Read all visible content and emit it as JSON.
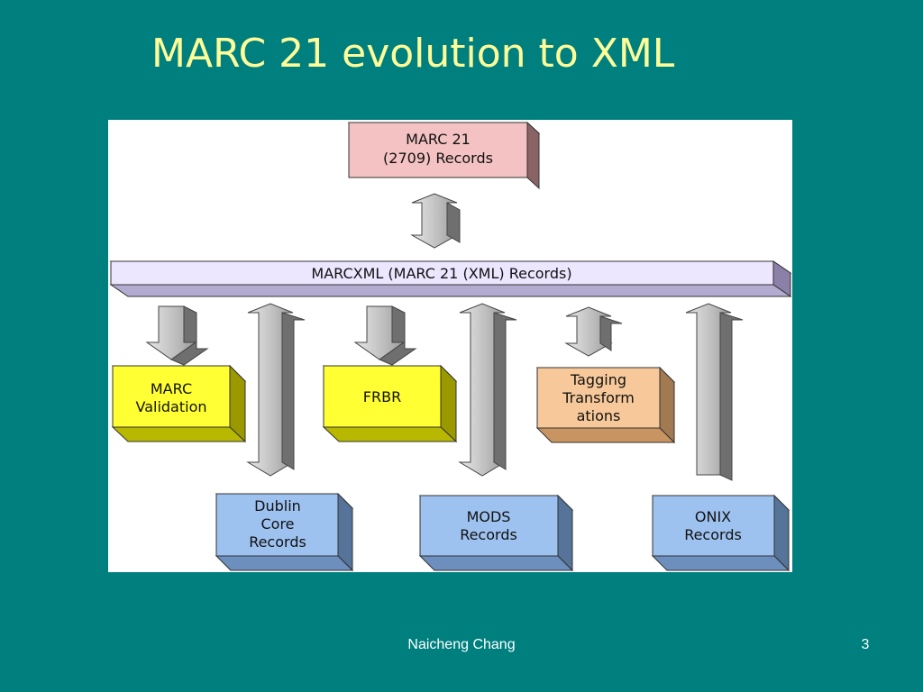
{
  "slide": {
    "title": "MARC 21 evolution to XML",
    "footer_author": "Naicheng Chang",
    "page_number": "3"
  },
  "diagram": {
    "marc21": {
      "line1": "MARC 21",
      "line2": "(2709) Records",
      "color": "#f4c2c2"
    },
    "marcxml": {
      "label": "MARCXML (MARC 21 (XML) Records)",
      "color": "#ece6ff"
    },
    "validation": {
      "line1": "MARC",
      "line2": "Validation",
      "color": "#ffff33"
    },
    "frbr": {
      "label": "FRBR",
      "color": "#ffff33"
    },
    "tagging": {
      "line1": "Tagging",
      "line2": "Transform",
      "line3": "ations",
      "color": "#f7c99a"
    },
    "dublin": {
      "line1": "Dublin",
      "line2": "Core",
      "line3": "Records",
      "color": "#9ec2f0"
    },
    "mods": {
      "line1": "MODS",
      "line2": "Records",
      "color": "#9ec2f0"
    },
    "onix": {
      "line1": "ONIX",
      "line2": "Records",
      "color": "#9ec2f0"
    },
    "arrow_color": "#c0c0c0"
  }
}
